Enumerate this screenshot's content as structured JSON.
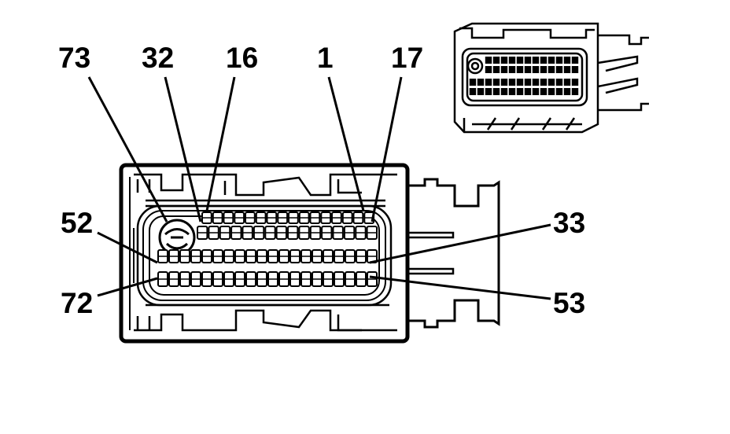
{
  "diagram": {
    "type": "connector-pinout",
    "colors": {
      "ink": "#000000",
      "paper": "#ffffff"
    },
    "callouts": [
      {
        "id": "73",
        "label": "73"
      },
      {
        "id": "32",
        "label": "32"
      },
      {
        "id": "16",
        "label": "16"
      },
      {
        "id": "1",
        "label": "1"
      },
      {
        "id": "17",
        "label": "17"
      },
      {
        "id": "52",
        "label": "52"
      },
      {
        "id": "72",
        "label": "72"
      },
      {
        "id": "33",
        "label": "33"
      },
      {
        "id": "53",
        "label": "53"
      }
    ],
    "pin_rows": [
      {
        "row": 1,
        "first": 16,
        "last": 1,
        "count": 16
      },
      {
        "row": 2,
        "first": 32,
        "last": 17,
        "count": 16
      },
      {
        "row": 3,
        "first": 52,
        "last": 33,
        "count": 20
      },
      {
        "row": 4,
        "first": 72,
        "last": 53,
        "count": 20
      }
    ],
    "special_cavity": "73",
    "views": [
      "face-view",
      "isometric-view"
    ]
  }
}
